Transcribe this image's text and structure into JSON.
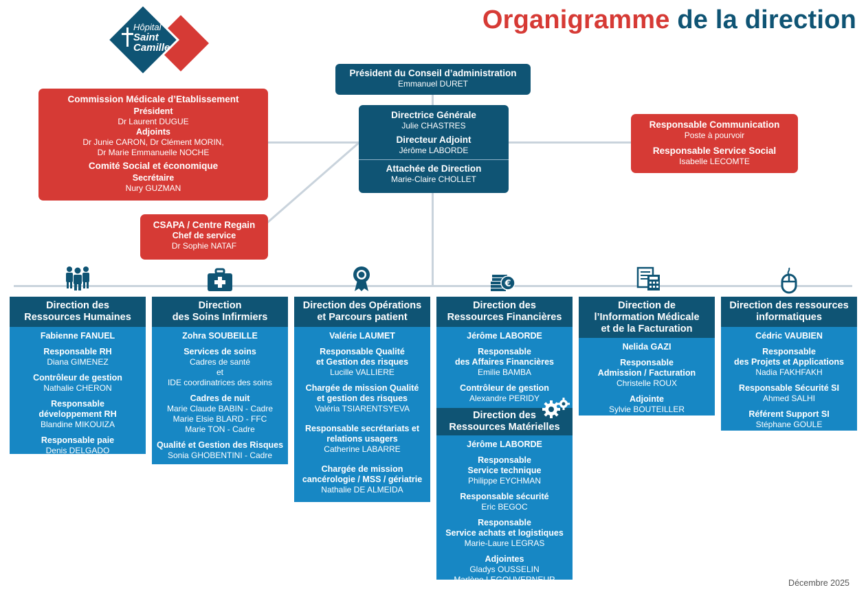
{
  "title": {
    "part1": "Organigramme",
    "part2": "de la direction"
  },
  "logo": {
    "line1": "Hôpital",
    "line2": "Saint",
    "line3": "Camille"
  },
  "date": "Décembre 2025",
  "president": {
    "title": "Président du Conseil d’administration",
    "name": "Emmanuel DURET"
  },
  "direction": {
    "dg_title": "Directrice Générale",
    "dg_name": "Julie CHASTRES",
    "adj_title": "Directeur Adjoint",
    "adj_name": "Jérôme LABORDE",
    "att_title": "Attachée de Direction",
    "att_name": "Marie-Claire CHOLLET"
  },
  "cme": {
    "title": "Commission Médicale d’Etablissement",
    "pres_label": "Président",
    "pres_name": "Dr Laurent DUGUE",
    "adj_label": "Adjoints",
    "adj_names1": "Dr Junie CARON, Dr Clément MORIN,",
    "adj_names2": "Dr Marie Emmanuelle NOCHE",
    "cse_title": "Comité Social et économique",
    "sec_label": "Secrétaire",
    "sec_name": "Nury GUZMAN"
  },
  "csapa": {
    "title": "CSAPA / Centre Regain",
    "label": "Chef de service",
    "name": "Dr Sophie NATAF"
  },
  "comm": {
    "title1": "Responsable Communication",
    "name1": "Poste à pourvoir",
    "title2": "Responsable Service Social",
    "name2": "Isabelle LECOMTE"
  },
  "icons": [
    "people-icon",
    "medical-kit-icon",
    "award-ribbon-icon",
    "euro-coins-icon",
    "calculator-documents-icon",
    "computer-mouse-icon",
    "gears-icon"
  ],
  "rh": {
    "head1": "Direction des",
    "head2": "Ressources Humaines",
    "lead": "Fabienne FANUEL",
    "r1_title": "Responsable RH",
    "r1_name": "Diana GIMENEZ",
    "r2_title": "Contrôleur de gestion",
    "r2_name": "Nathalie CHERON",
    "r3_title1": "Responsable",
    "r3_title2": "développement RH",
    "r3_name": "Blandine MIKOUIZA",
    "r4_title": "Responsable paie",
    "r4_name": "Denis DELGADO"
  },
  "soins": {
    "head1": "Direction",
    "head2": "des Soins Infirmiers",
    "lead": "Zohra SOUBEILLE",
    "s1_title": "Services de soins",
    "s1_l1": "Cadres de santé",
    "s1_l2": "et",
    "s1_l3": "IDE coordinatrices des soins",
    "s2_title": "Cadres de nuit",
    "s2_l1": "Marie Claude BABIN - Cadre",
    "s2_l2": "Marie Elsie BLARD - FFC",
    "s2_l3": "Marie TON - Cadre",
    "s3_title": "Qualité et Gestion des Risques",
    "s3_name": "Sonia GHOBENTINI - Cadre"
  },
  "ops": {
    "head1": "Direction des Opérations",
    "head2": "et Parcours patient",
    "lead": "Valérie LAUMET",
    "o1_t1": "Responsable Qualité",
    "o1_t2": "et Gestion des risques",
    "o1_name": "Lucille VALLIERE",
    "o2_t1": "Chargée de mission Qualité",
    "o2_t2": "et gestion des risques",
    "o2_name": "Valéria TSIARENTSYEVA",
    "o3_t1": "Responsable secrétariats et",
    "o3_t2": "relations usagers",
    "o3_name": "Catherine LABARRE",
    "o4_t1": "Chargée de mission",
    "o4_t2": "cancérologie / MSS / gériatrie",
    "o4_name": "Nathalie DE ALMEIDA"
  },
  "fin": {
    "head1": "Direction des",
    "head2": "Ressources Financières",
    "lead": "Jérôme LABORDE",
    "f1_t1": "Responsable",
    "f1_t2": "des Affaires Financières",
    "f1_name": "Emilie BAMBA",
    "f2_title": "Contrôleur de gestion",
    "f2_name": "Alexandre PERIDY"
  },
  "mat": {
    "head1": "Direction des",
    "head2": "Ressources Matérielles",
    "lead": "Jérôme LABORDE",
    "m1_t1": "Responsable",
    "m1_t2": "Service technique",
    "m1_name": "Philippe EYCHMAN",
    "m2_title": "Responsable sécurité",
    "m2_name": "Eric BEGOC",
    "m3_t1": "Responsable",
    "m3_t2": "Service achats et logistiques",
    "m3_name": "Marie-Laure LEGRAS",
    "m4_title": "Adjointes",
    "m4_n1": "Gladys OUSSELIN",
    "m4_n2": "Marlène LEGOUVERNEUR"
  },
  "dim": {
    "head1": "Direction de",
    "head2": "l’Information Médicale",
    "head3": "et de la Facturation",
    "lead": "Nelida GAZI",
    "d1_t1": "Responsable",
    "d1_t2": "Admission / Facturation",
    "d1_name": "Christelle ROUX",
    "d2_title": "Adjointe",
    "d2_name": "Sylvie BOUTEILLER"
  },
  "it": {
    "head1": "Direction des ressources",
    "head2": "informatiques",
    "lead": "Cédric VAUBIEN",
    "i1_t1": "Responsable",
    "i1_t2": "des Projets et Applications",
    "i1_name": "Nadia FAKHFAKH",
    "i2_title": "Responsable Sécurité SI",
    "i2_name": "Ahmed SALHI",
    "i3_title": "Référent Support SI",
    "i3_name": "Stéphane GOULE"
  }
}
